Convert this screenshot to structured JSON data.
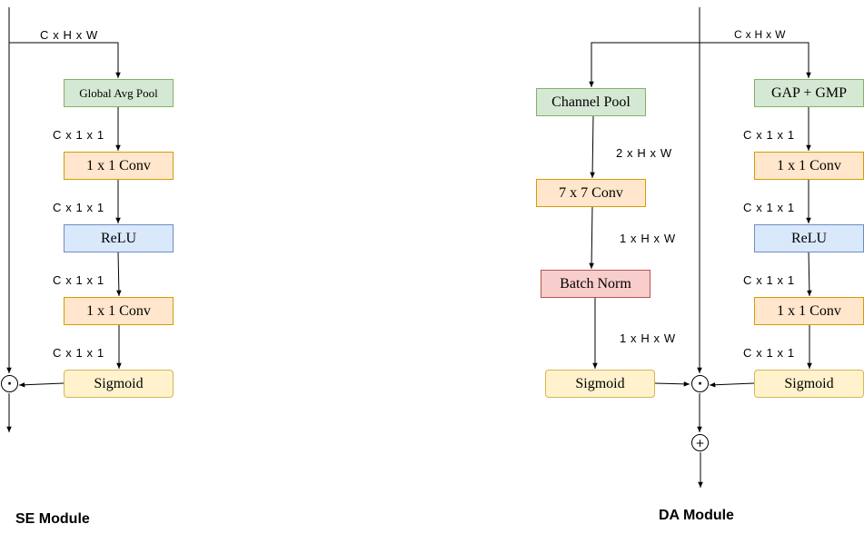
{
  "colors": {
    "green_fill": "#d5e8d4",
    "green_stroke": "#82b366",
    "orange_fill": "#ffe6cc",
    "orange_stroke": "#d79b00",
    "blue_fill": "#dae8fc",
    "blue_stroke": "#6c8ebf",
    "yellow_fill": "#fff2cc",
    "yellow_stroke": "#d6b656",
    "red_fill": "#f8cecc",
    "red_stroke": "#b85450"
  },
  "se": {
    "title": "SE Module",
    "input_label": "C x H x W",
    "global_avg_pool": "Global Avg Pool",
    "conv1": "1 x 1 Conv",
    "relu": "ReLU",
    "conv2": "1 x 1 Conv",
    "sigmoid": "Sigmoid",
    "label_pool_out": "C x 1 x 1",
    "label_conv1_out": "C x 1 x 1",
    "label_relu_out": "C x 1 x 1",
    "label_conv2_out": "C x 1 x 1",
    "multiply_op": "·"
  },
  "da": {
    "title": "DA Module",
    "input_label": "C x H x W",
    "spatial": {
      "channel_pool": "Channel Pool",
      "label_pool_out": "2 x H x W",
      "conv": "7 x 7 Conv",
      "label_conv_out": "1 x H x W",
      "batch_norm": "Batch Norm",
      "label_bn_out": "1 x H x W",
      "sigmoid": "Sigmoid"
    },
    "channel": {
      "gap_gmp": "GAP + GMP",
      "label_pool_out": "C x 1 x 1",
      "conv1": "1 x 1 Conv",
      "label_conv1_out": "C x 1 x 1",
      "relu": "ReLU",
      "label_relu_out": "C x 1 x 1",
      "conv2": "1 x 1 Conv",
      "label_conv2_out": "C x 1 x 1",
      "sigmoid": "Sigmoid"
    },
    "multiply_op": "·",
    "add_op": "+"
  }
}
